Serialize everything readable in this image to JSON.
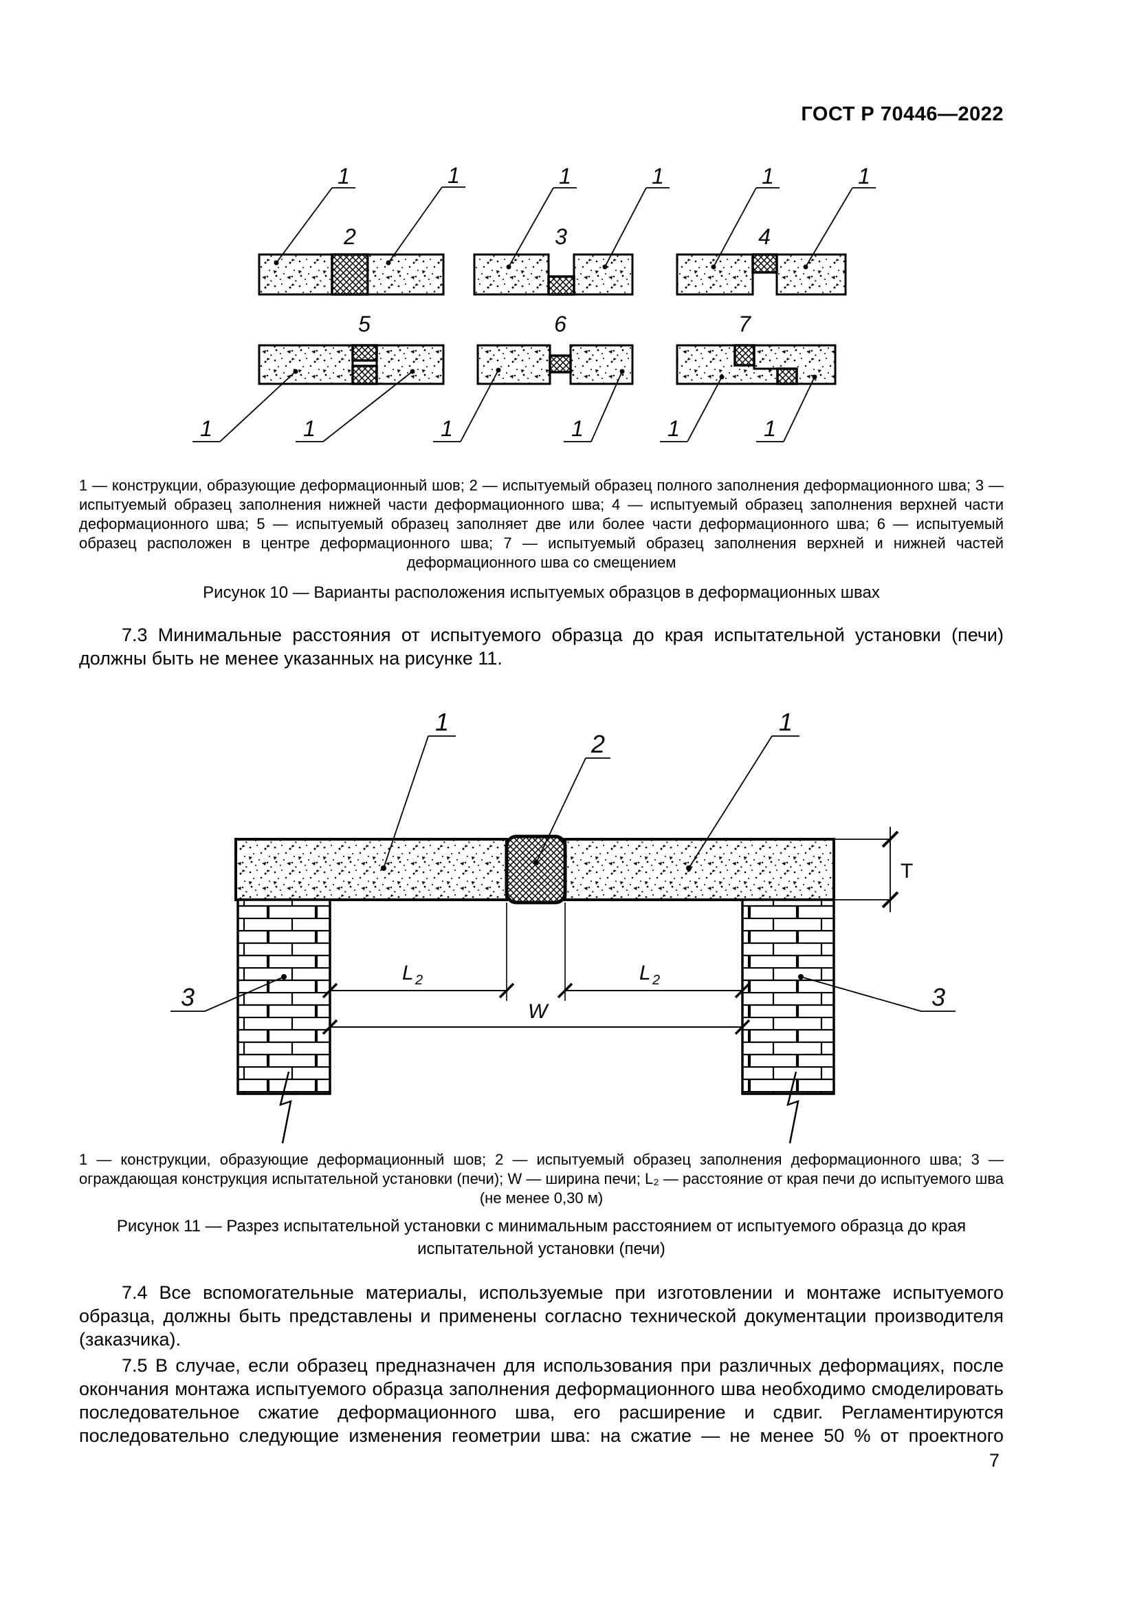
{
  "header": {
    "code": "ГОСТ Р 70446—2022"
  },
  "page_number": "7",
  "figure10": {
    "callout": "1",
    "variants": [
      "2",
      "3",
      "4",
      "5",
      "6",
      "7"
    ],
    "legend": "1 — конструкции, образующие деформационный шов; 2 — испытуемый образец полного заполнения деформационного шва; 3 — испытуемый образец заполнения нижней части деформационного шва; 4 — испытуемый образец заполнения верхней части деформационного шва; 5 — испытуемый образец заполняет две или более части деформационного шва; 6 — испытуемый образец расположен в центре деформационного шва; 7 — испытуемый образец заполнения верхней и нижней частей деформационного шва со смещением",
    "caption": "Рисунок 10 — Варианты расположения испытуемых образцов в деформационных швах"
  },
  "sections": {
    "p7_3": "7.3 Минимальные расстояния от испытуемого образца до края испытательной установки (печи) должны быть не менее указанных на рисунке 11.",
    "p7_4": "7.4 Все вспомогательные материалы, используемые при изготовлении и монтаже испытуемого образца, должны быть представлены и применены согласно технической документации производителя (заказчика).",
    "p7_5": "7.5 В случае, если образец предназначен для использования при различных деформациях, после окончания монтажа испытуемого образца заполнения деформационного шва необходимо смоделировать последовательное сжатие деформационного шва, его расширение и сдвиг. Регламентируются последовательно следующие изменения геометрии шва: на сжатие — не менее 50 % от проектного"
  },
  "figure11": {
    "callout_construction": "1",
    "callout_specimen": "2",
    "callout_wall": "3",
    "dim_thickness": "T",
    "dim_l": "L",
    "dim_l_sub": "2",
    "dim_width": "W",
    "legend": "1 — конструкции, образующие деформационный шов; 2 — испытуемый образец заполнения деформационного шва; 3 — ограждающая конструкция испытательной установки (печи); W — ширина печи; L₂ — расстояние от края печи до испытуемого шва (не менее 0,30 м)",
    "caption": "Рисунок 11 — Разрез испытательной установки с минимальным расстоянием от испытуемого образца до края испытательной установки (печи)"
  }
}
